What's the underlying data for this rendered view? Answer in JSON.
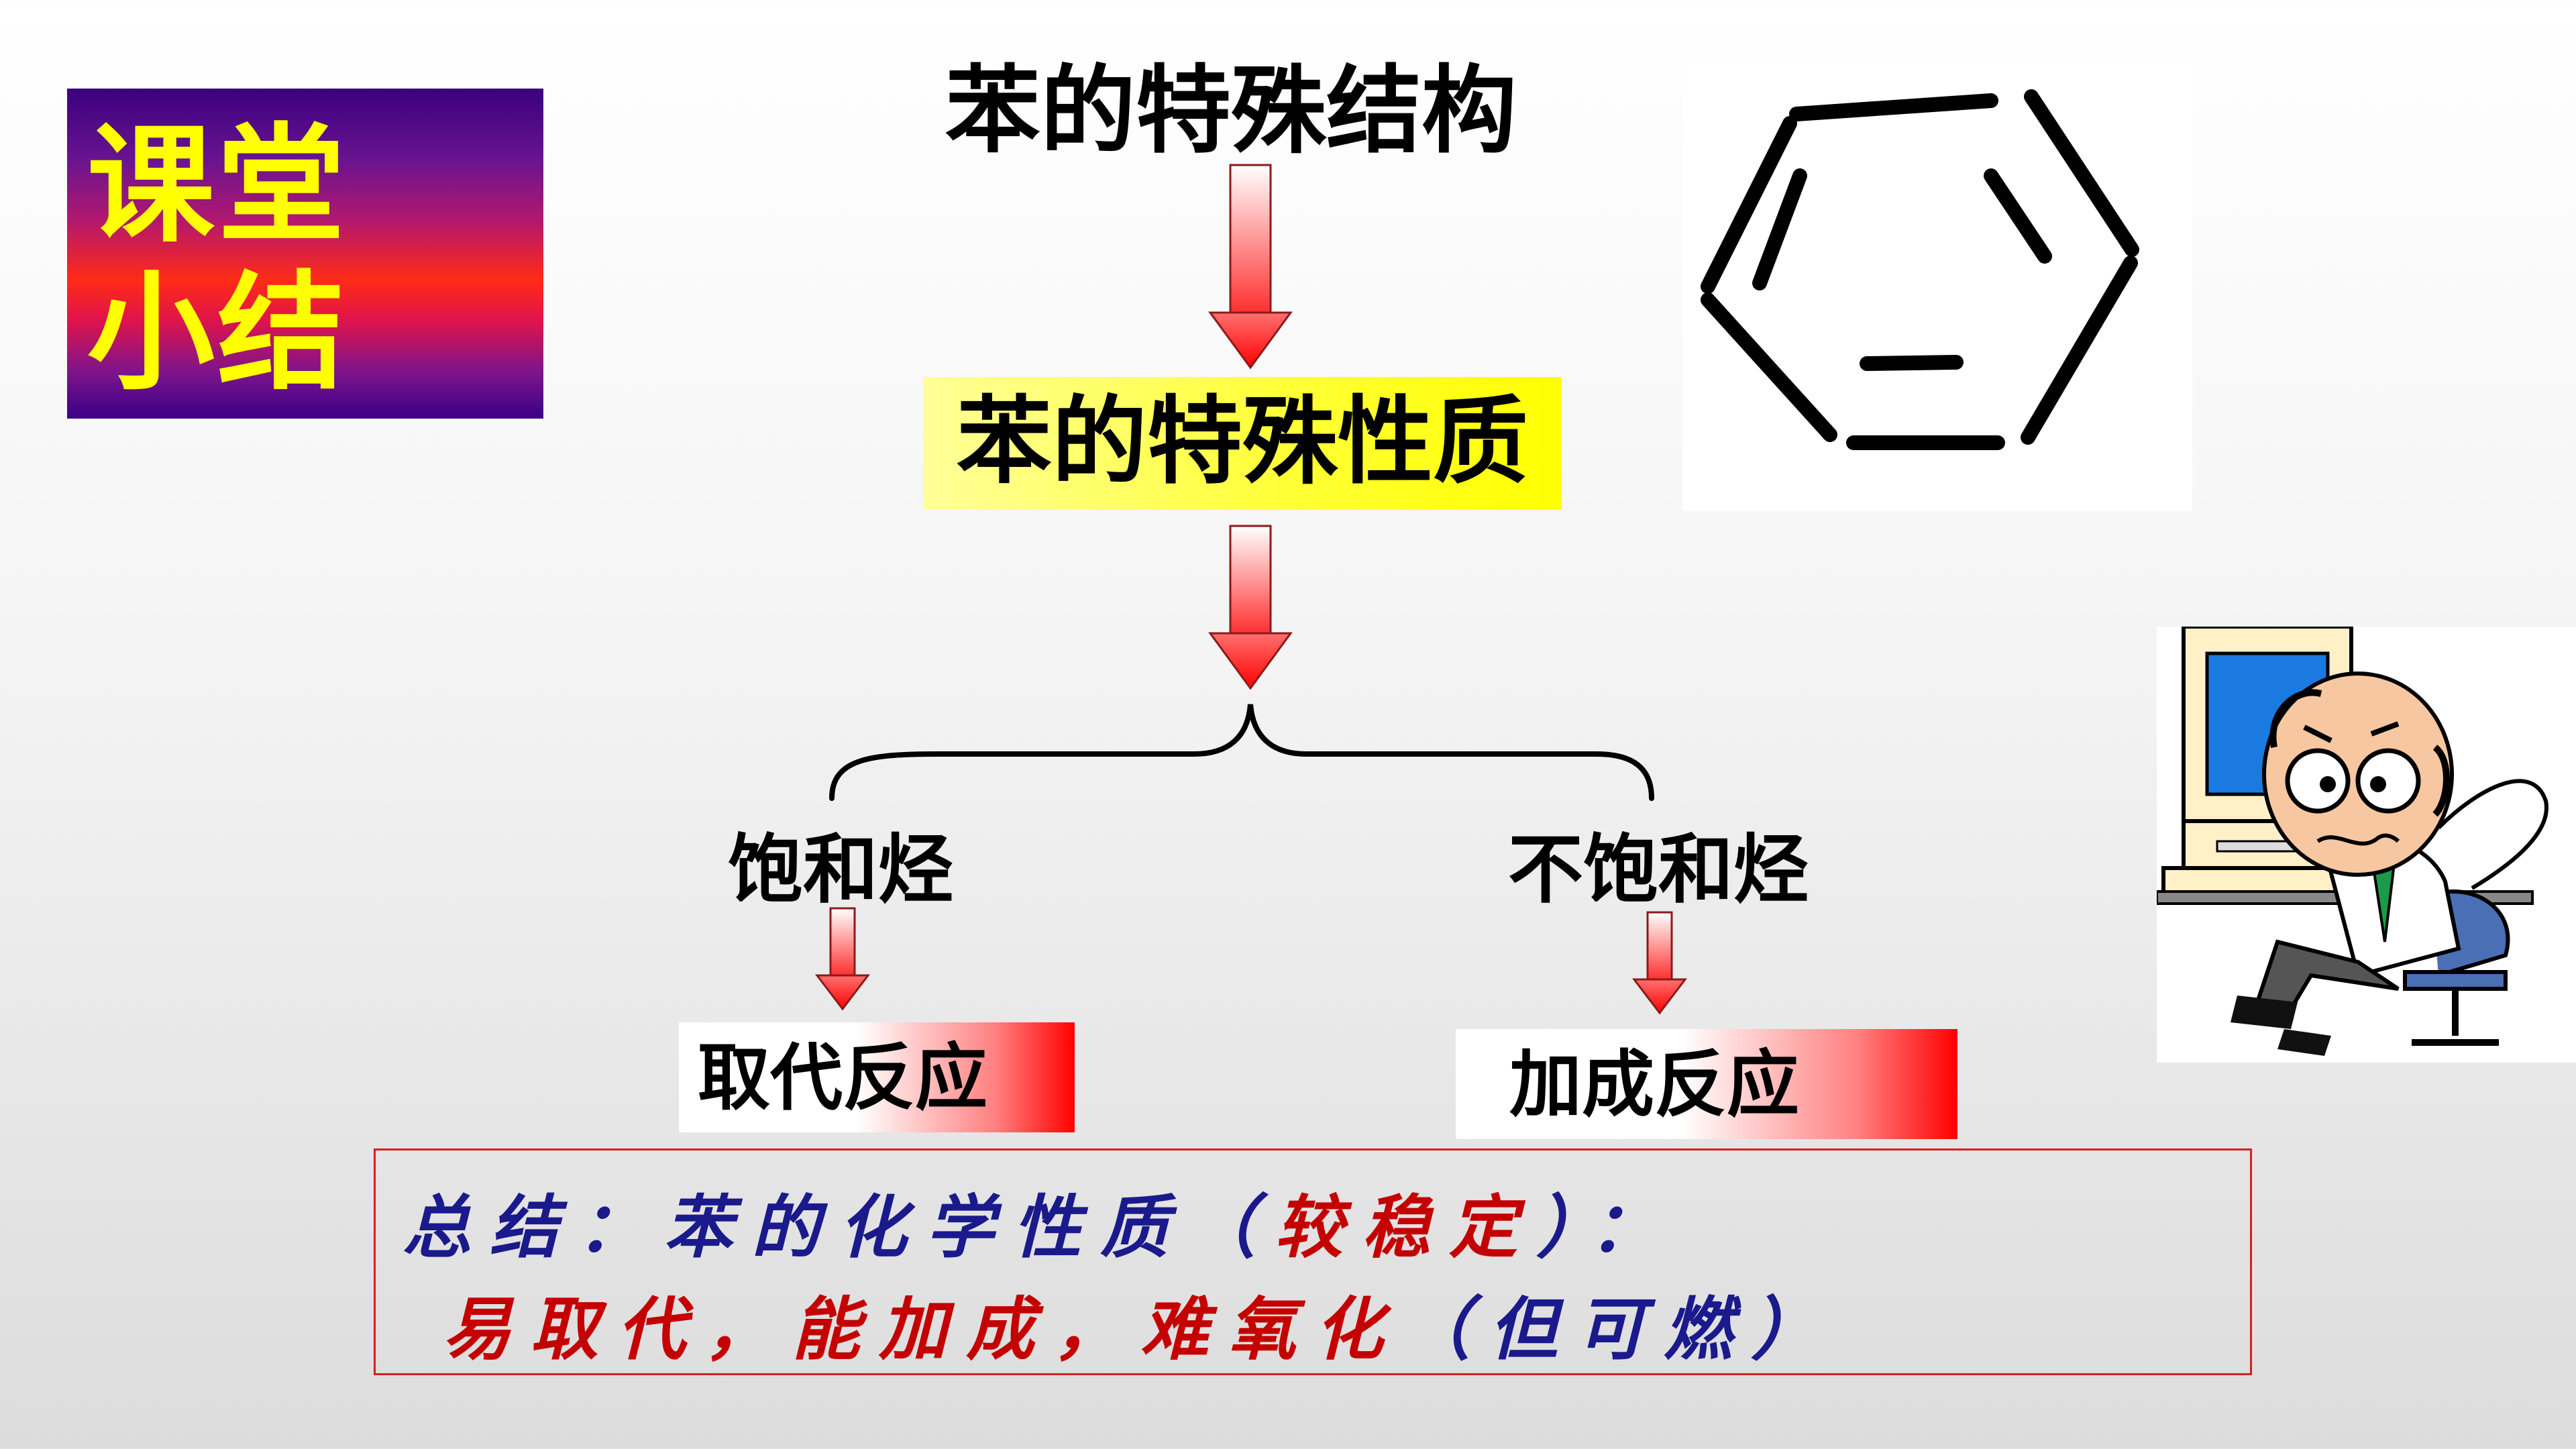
{
  "badge": {
    "line1": "课堂",
    "line2": "小结"
  },
  "flow": {
    "top": "苯的特殊结构",
    "middle": "苯的特殊性质",
    "left_branch": "饱和烃",
    "right_branch": "不饱和烃",
    "left_result": "取代反应",
    "right_result": "加成反应"
  },
  "summary": {
    "prefix": "总结：苯的化学性质（",
    "highlight": "较稳定",
    "suffix": "）：",
    "line2_red": "易取代，能加成，难氧化",
    "line2_blue": "（但可燃）"
  },
  "colors": {
    "badge_text": "#ffff00",
    "arrow_red": "#ff0000",
    "summary_blue": "#1a1a8c",
    "summary_red": "#c40000",
    "summary_border": "#d42020"
  },
  "icons": [
    "benzene-ring-icon",
    "thinking-man-computer-icon",
    "down-arrow-icon",
    "brace-icon"
  ]
}
